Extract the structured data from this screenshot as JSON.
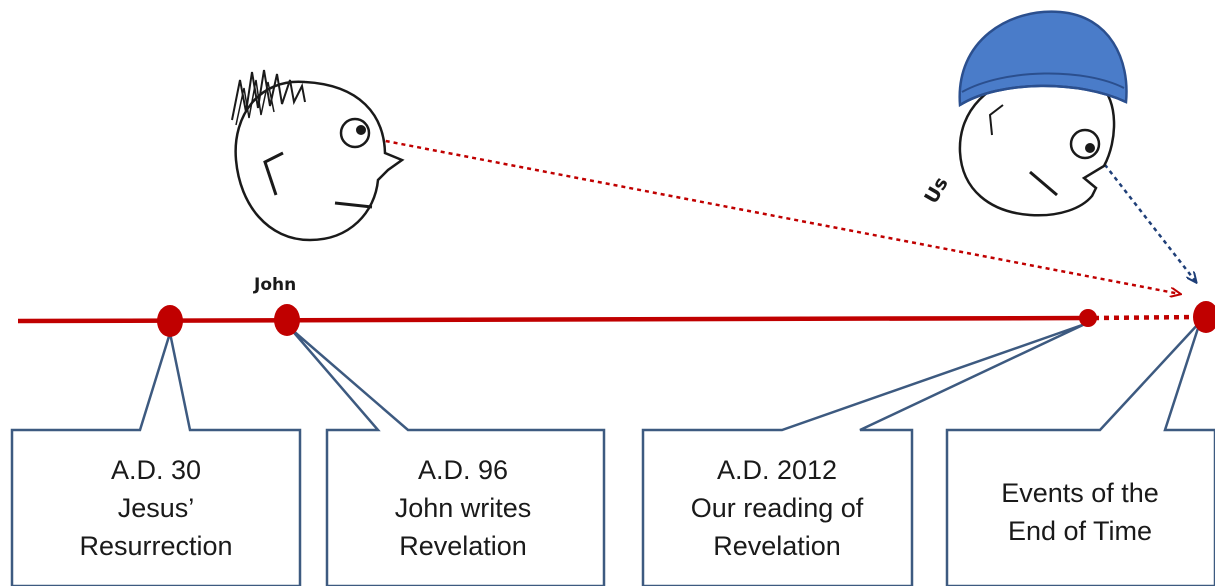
{
  "characters": {
    "john": {
      "name": "John"
    },
    "us": {
      "name": "Us"
    }
  },
  "callouts": [
    {
      "lines": [
        "A.D. 30",
        "Jesus’",
        "Resurrection"
      ]
    },
    {
      "lines": [
        "A.D. 96",
        "John writes",
        "Revelation"
      ]
    },
    {
      "lines": [
        "A.D. 2012",
        "Our reading of",
        "Revelation"
      ]
    },
    {
      "lines": [
        "Events of the",
        "End of Time"
      ]
    }
  ],
  "colors": {
    "timeline": "#c00000",
    "sight_line_john": "#c00000",
    "sight_line_us": "#1f3f78",
    "callout_border": "#3d5a80",
    "hat": "#4a7cc9",
    "hat_dark": "#2b4f8e"
  }
}
